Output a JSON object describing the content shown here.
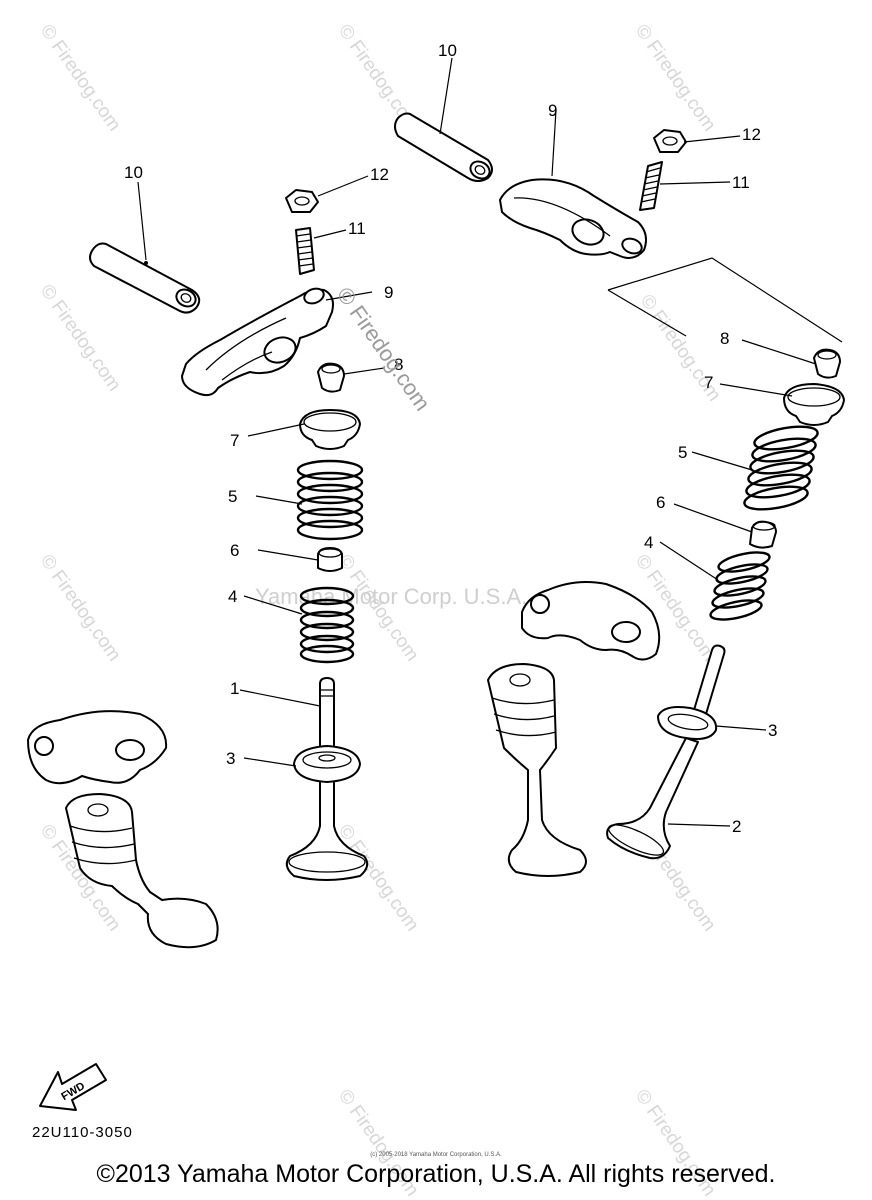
{
  "watermark": {
    "site": "© Firedog.com",
    "center": "© Firedog.com",
    "faint": "Yamaha Motor Corp. U.S.A."
  },
  "callouts": {
    "c1": "1",
    "c2": "2",
    "c3_left": "3",
    "c3_right": "3",
    "c4_left": "4",
    "c4_right": "4",
    "c5_left": "5",
    "c5_right": "5",
    "c6_left": "6",
    "c6_right": "6",
    "c7_left": "7",
    "c7_right": "7",
    "c8_left": "8",
    "c8_right": "8",
    "c9_left": "9",
    "c9_right": "9",
    "c10_left": "10",
    "c10_right": "10",
    "c11_left": "11",
    "c11_right": "11",
    "c12_left": "12",
    "c12_right": "12"
  },
  "fwd_label": "FWD",
  "diagram_code": "22U110-3050",
  "small_copyright": "(c) 2005-2018 Yamaha Motor Corporation, U.S.A.",
  "copyright": "©2013 Yamaha Motor Corporation, U.S.A. All rights reserved.",
  "colors": {
    "line": "#000000",
    "watermark": "#d7d7d7",
    "background": "#ffffff"
  }
}
